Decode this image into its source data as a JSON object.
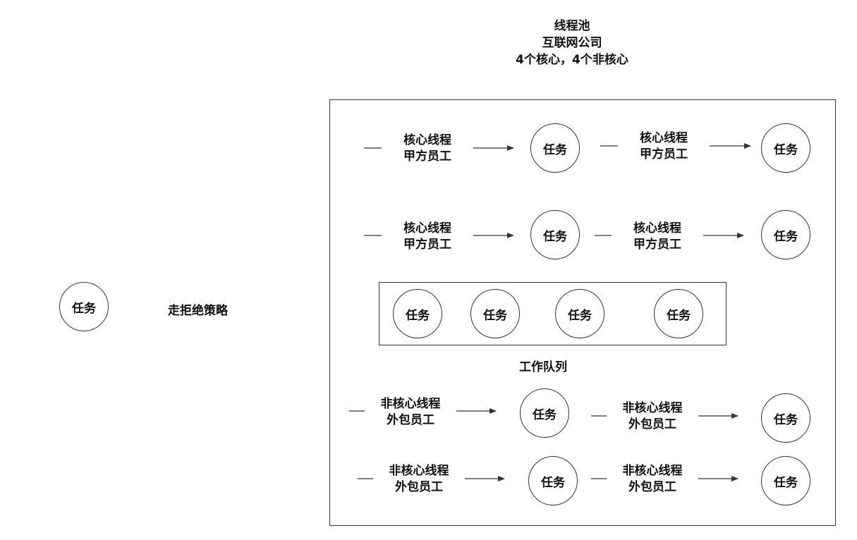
{
  "header": {
    "line1": "线程池",
    "line2": "互联网公司",
    "line3": "4个核心，4个非核心"
  },
  "task_label": "任务",
  "reject_label": "走拒绝策略",
  "queue_label": "工作队列",
  "core_thread": {
    "line1": "核心线程",
    "line2": "甲方员工"
  },
  "noncore_thread": {
    "line1": "非核心线程",
    "line2": "外包员工"
  },
  "colors": {
    "stroke": "#333333",
    "text": "#111111",
    "background": "#ffffff"
  }
}
